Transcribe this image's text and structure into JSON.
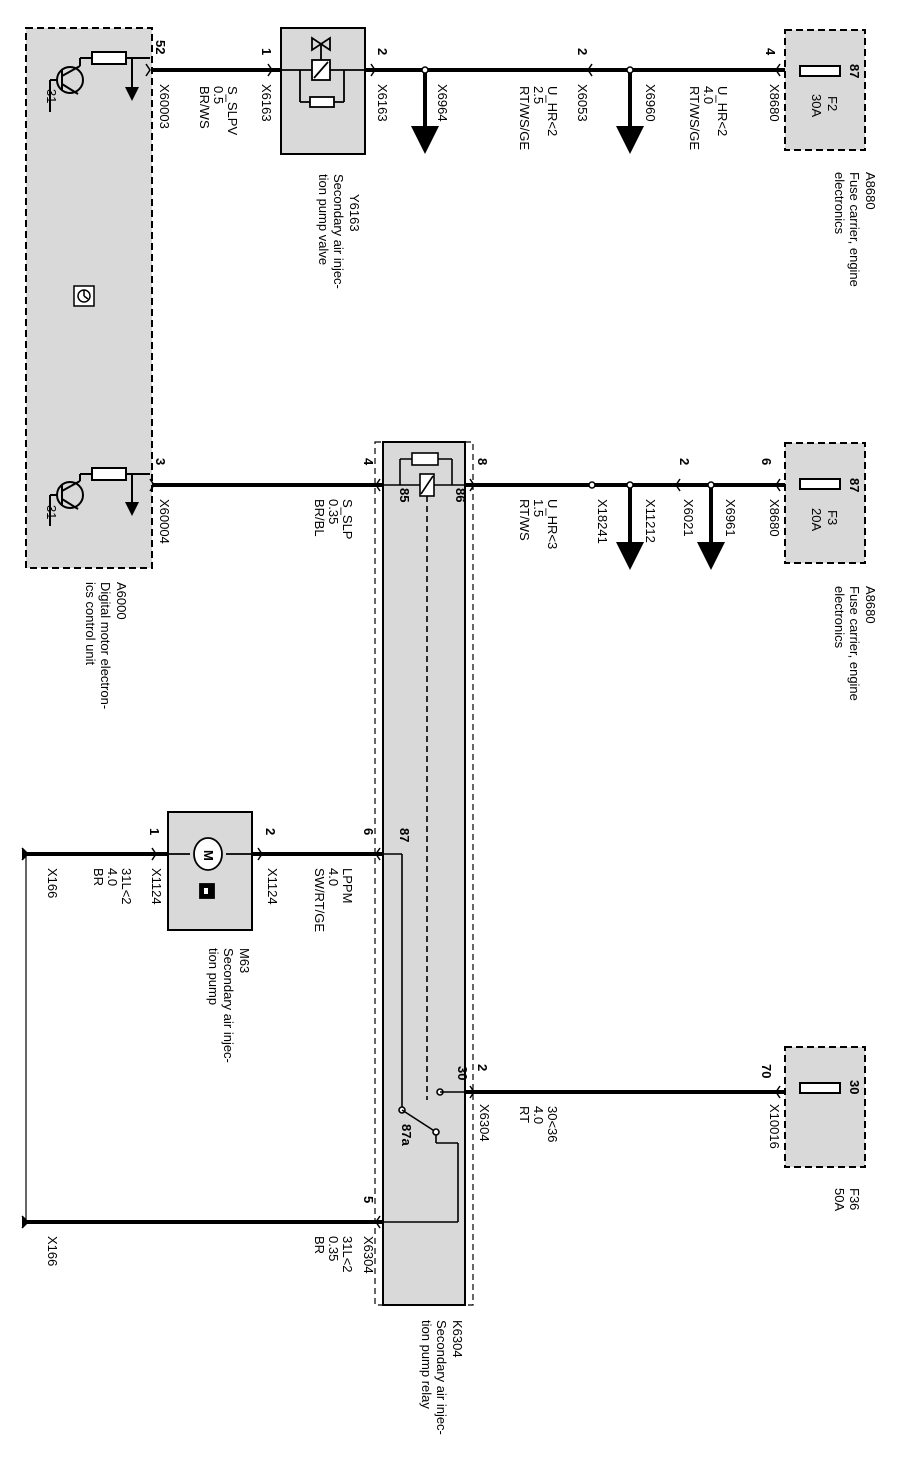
{
  "components": {
    "dme": {
      "id": "A6000",
      "desc_1": "Digital motor electron-",
      "desc_2": "ics control unit",
      "ground_label_top": "31",
      "ground_label_bottom": "31"
    },
    "fuse_f2": {
      "id": "A8680",
      "desc_1": "Fuse carrier, engine",
      "desc_2": "electronics",
      "fuse": "F2",
      "rating": "30A",
      "pin": "87"
    },
    "fuse_f3": {
      "id": "A8680",
      "desc_1": "Fuse carrier, engine",
      "desc_2": "electronics",
      "fuse": "F3",
      "rating": "20A",
      "pin": "87"
    },
    "fuse_f36": {
      "fuse": "F36",
      "rating": "50A",
      "pin": "30"
    },
    "valve": {
      "id": "Y6163",
      "desc_1": "Secondary air injec-",
      "desc_2": "tion pump valve"
    },
    "pump": {
      "id": "M63",
      "desc_1": "Secondary air injec-",
      "desc_2": "tion pump",
      "symbol": "M"
    },
    "relay": {
      "id": "K6304",
      "desc_1": "Secondary air injec-",
      "desc_2": "tion pump relay",
      "t85": "85",
      "t86": "86",
      "t87": "87",
      "t30": "30",
      "t87a": "87a"
    }
  },
  "wires": {
    "w1": {
      "pin_dme": "52",
      "conn_dme": "X60003",
      "signal": "S_SLPV",
      "gauge": "0.5",
      "color": "BR/WS",
      "pin_valve_1": "1",
      "conn_valve_1": "X6163"
    },
    "w2": {
      "pin_valve_2": "2",
      "conn_valve_2": "X6163",
      "splice_1": "X6964",
      "pin_conn": "2",
      "conn": "X6053",
      "signal": "U_HR<2",
      "gauge": "2.5",
      "color": "RT/WS/GE",
      "splice_2": "X6960",
      "signal_2": "U_HR<2",
      "gauge_2": "4.0",
      "color_2": "RT/WS/GE",
      "pin_fuse": "4",
      "conn_fuse": "X8680"
    },
    "w3": {
      "pin_dme": "3",
      "conn_dme": "X60004",
      "signal": "S_SLP",
      "gauge": "0.35",
      "color": "BR/BL",
      "pin_relay": "4"
    },
    "w4": {
      "pin_relay": "8",
      "splice_1": "X18241",
      "signal": "U_HR<3",
      "gauge": "1.5",
      "color": "RT/WS",
      "splice_2": "X11212",
      "pin_conn": "2",
      "conn": "X6021",
      "splice_3": "X6961",
      "pin_fuse": "6",
      "conn_fuse": "X8680"
    },
    "w5": {
      "ground": "X166",
      "pin_pump_1": "1",
      "conn_pump_1": "X1124",
      "signal": "31L<2",
      "gauge": "4.0",
      "color": "BR"
    },
    "w6": {
      "pin_pump_2": "2",
      "conn_pump_2": "X1124",
      "signal": "LPPM",
      "gauge": "4.0",
      "color": "SW/RT/GE",
      "pin_relay": "6"
    },
    "w7": {
      "pin_relay": "2",
      "conn_relay": "X6304",
      "signal": "30<36",
      "gauge": "4.0",
      "color": "RT",
      "pin_fuse": "70",
      "conn_fuse": "X10016"
    },
    "w8": {
      "ground": "X166",
      "pin_relay": "5",
      "conn_relay": "X6304",
      "signal": "31L<2",
      "gauge": "0.35",
      "color": "BR"
    }
  }
}
